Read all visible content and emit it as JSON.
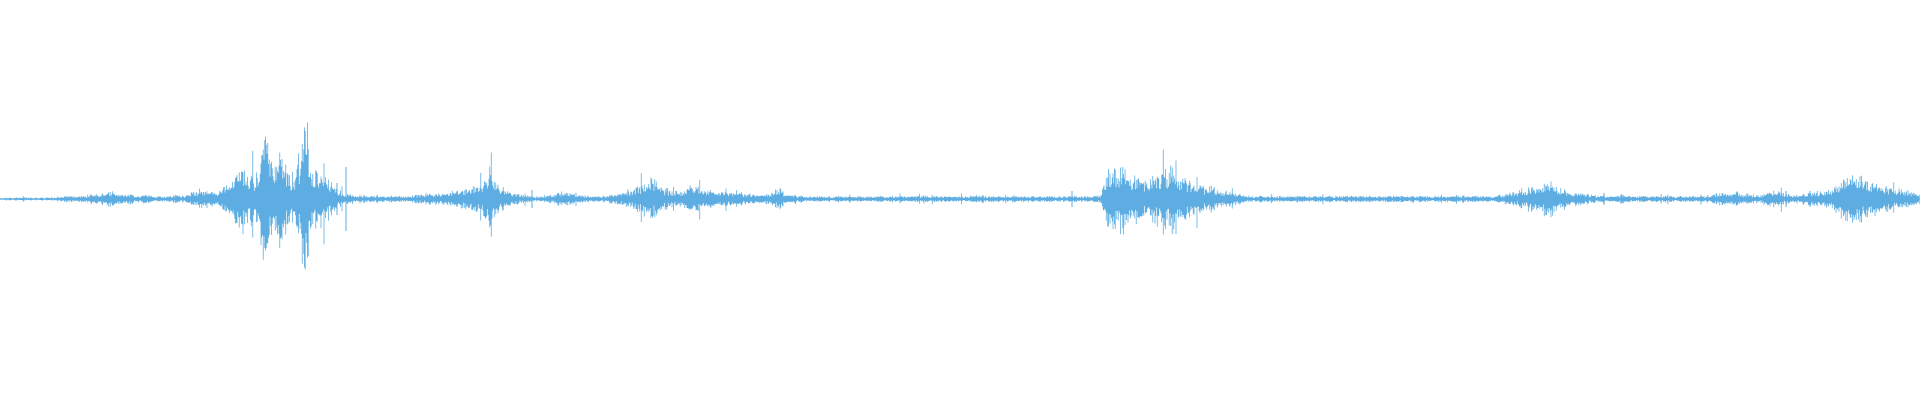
{
  "waveform": {
    "color": "#5DADE2",
    "background": "#ffffff",
    "activity_profile": [
      0.01,
      0.01,
      0.01,
      0.01,
      0.01,
      0.01,
      0.01,
      0.01,
      0.02,
      0.02,
      0.02,
      0.03,
      0.04,
      0.05,
      0.06,
      0.03,
      0.04,
      0.02,
      0.03,
      0.02,
      0.02,
      0.02,
      0.03,
      0.02,
      0.05,
      0.07,
      0.06,
      0.05,
      0.09,
      0.12,
      0.25,
      0.18,
      0.2,
      0.45,
      0.2,
      0.35,
      0.15,
      0.22,
      0.6,
      0.18,
      0.2,
      0.12,
      0.06,
      0.04,
      0.03,
      0.03,
      0.02,
      0.02,
      0.02,
      0.02,
      0.02,
      0.02,
      0.03,
      0.03,
      0.04,
      0.04,
      0.05,
      0.06,
      0.07,
      0.08,
      0.12,
      0.2,
      0.1,
      0.06,
      0.04,
      0.03,
      0.02,
      0.02,
      0.03,
      0.03,
      0.05,
      0.04,
      0.03,
      0.02,
      0.02,
      0.02,
      0.03,
      0.04,
      0.06,
      0.08,
      0.1,
      0.14,
      0.1,
      0.06,
      0.05,
      0.06,
      0.1,
      0.08,
      0.07,
      0.06,
      0.05,
      0.04,
      0.05,
      0.04,
      0.03,
      0.03,
      0.05,
      0.07,
      0.04,
      0.03,
      0.02,
      0.02,
      0.02,
      0.02,
      0.02,
      0.02,
      0.02,
      0.02,
      0.02,
      0.02,
      0.02,
      0.02,
      0.02,
      0.02,
      0.02,
      0.02,
      0.02,
      0.02,
      0.02,
      0.02,
      0.02,
      0.02,
      0.03,
      0.02,
      0.02,
      0.02,
      0.02,
      0.02,
      0.02,
      0.02,
      0.02,
      0.02,
      0.02,
      0.02,
      0.02,
      0.02,
      0.02,
      0.02,
      0.25,
      0.2,
      0.22,
      0.18,
      0.15,
      0.12,
      0.2,
      0.18,
      0.22,
      0.16,
      0.12,
      0.1,
      0.08,
      0.08,
      0.06,
      0.05,
      0.04,
      0.03,
      0.02,
      0.02,
      0.02,
      0.02,
      0.02,
      0.02,
      0.02,
      0.02,
      0.02,
      0.02,
      0.02,
      0.02,
      0.02,
      0.02,
      0.02,
      0.02,
      0.02,
      0.02,
      0.02,
      0.02,
      0.02,
      0.02,
      0.02,
      0.02,
      0.02,
      0.02,
      0.02,
      0.02,
      0.02,
      0.02,
      0.02,
      0.03,
      0.04,
      0.05,
      0.07,
      0.08,
      0.1,
      0.12,
      0.08,
      0.06,
      0.05,
      0.04,
      0.03,
      0.02,
      0.02,
      0.02,
      0.03,
      0.02,
      0.02,
      0.02,
      0.02,
      0.02,
      0.02,
      0.02,
      0.02,
      0.02,
      0.02,
      0.03,
      0.04,
      0.03,
      0.05,
      0.04,
      0.03,
      0.03,
      0.05,
      0.06,
      0.04,
      0.03,
      0.03,
      0.04,
      0.05,
      0.06,
      0.08,
      0.12,
      0.18,
      0.14,
      0.15,
      0.12,
      0.1,
      0.08,
      0.07,
      0.06,
      0.05,
      0.04
    ]
  }
}
